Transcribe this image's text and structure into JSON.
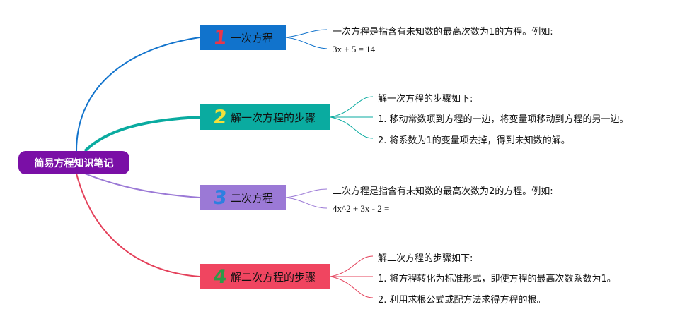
{
  "root": {
    "label": "简易方程知识笔记",
    "color": "#7a0fa6"
  },
  "topics": [
    {
      "number": "1",
      "label": "一次方程",
      "color": "#1173cc",
      "leaves": [
        "一次方程是指含有未知数的最高次数为1的方程。例如:",
        "3x + 5 = 14"
      ]
    },
    {
      "number": "2",
      "label": "解一次方程的步骤",
      "color": "#0aaba0",
      "leaves": [
        "解一次方程的步骤如下:",
        "1. 移动常数项到方程的一边，将变量项移动到方程的另一边。",
        "2. 将系数为1的变量项去掉，得到未知数的解。"
      ]
    },
    {
      "number": "3",
      "label": "二次方程",
      "color": "#9b79d6",
      "leaves": [
        "二次方程是指含有未知数的最高次数为2的方程。例如:",
        "4x^2 + 3x - 2 ="
      ]
    },
    {
      "number": "4",
      "label": "解二次方程的步骤",
      "color": "#f04560",
      "leaves": [
        "解二次方程的步骤如下:",
        "1. 将方程转化为标准形式，即使方程的最高次数系数为1。",
        "2. 利用求根公式或配方法求得方程的根。"
      ]
    }
  ]
}
